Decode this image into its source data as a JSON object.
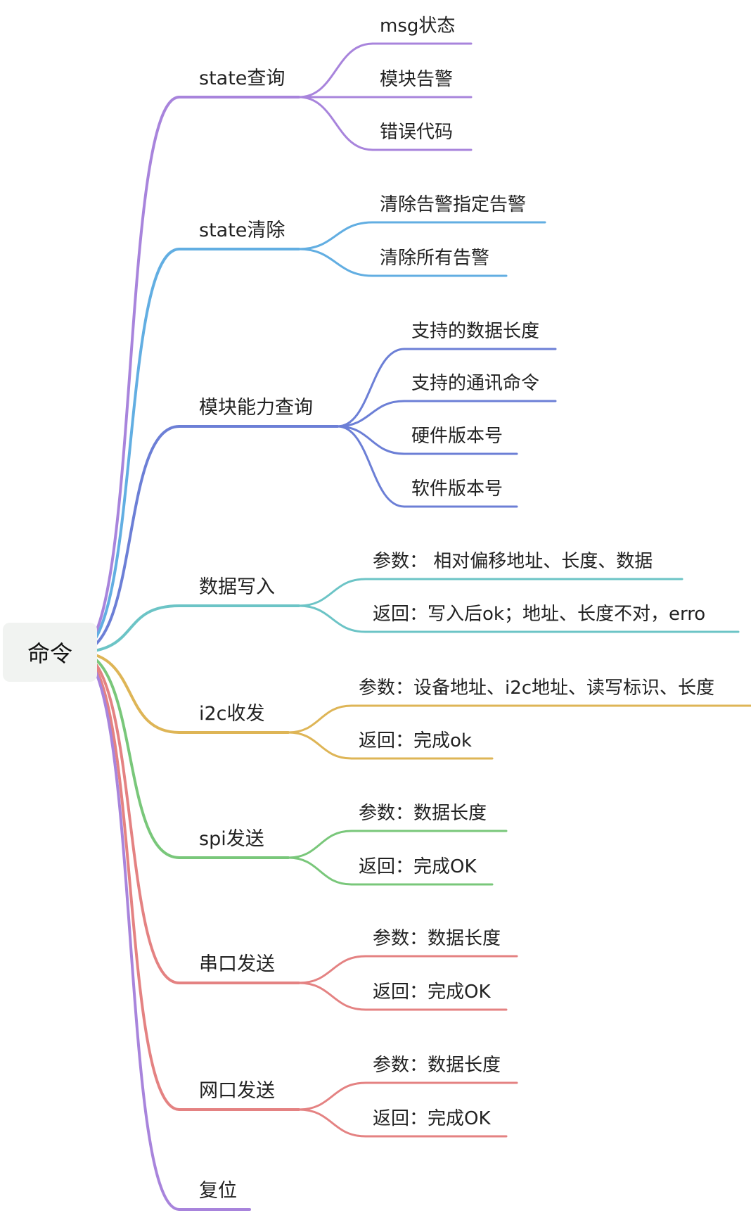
{
  "root": {
    "label": "命令"
  },
  "branches": [
    {
      "label": "state查询",
      "color": "#a884dc",
      "children": [
        "msg状态",
        "模块告警",
        "错误代码"
      ]
    },
    {
      "label": "state清除",
      "color": "#62aee2",
      "children": [
        "清除告警指定告警",
        "清除所有告警"
      ]
    },
    {
      "label": "模块能力查询",
      "color": "#6c7fd6",
      "children": [
        "支持的数据长度",
        "支持的通讯命令",
        "硬件版本号",
        "软件版本号"
      ]
    },
    {
      "label": "数据写入",
      "color": "#6cc4c6",
      "children": [
        "参数： 相对偏移地址、长度、数据",
        "返回：写入后ok；地址、长度不对，erro"
      ]
    },
    {
      "label": "i2c收发",
      "color": "#deb556",
      "children": [
        "参数：设备地址、i2c地址、读写标识、长度",
        "返回：完成ok"
      ]
    },
    {
      "label": "spi发送",
      "color": "#79c77a",
      "children": [
        "参数：数据长度",
        "返回：完成OK"
      ]
    },
    {
      "label": "串口发送",
      "color": "#e48282",
      "children": [
        "参数：数据长度",
        "返回：完成OK"
      ]
    },
    {
      "label": "网口发送",
      "color": "#e48282",
      "children": [
        "参数：数据长度",
        "返回：完成OK"
      ]
    },
    {
      "label": "复位",
      "color": "#a884dc",
      "children": []
    }
  ]
}
